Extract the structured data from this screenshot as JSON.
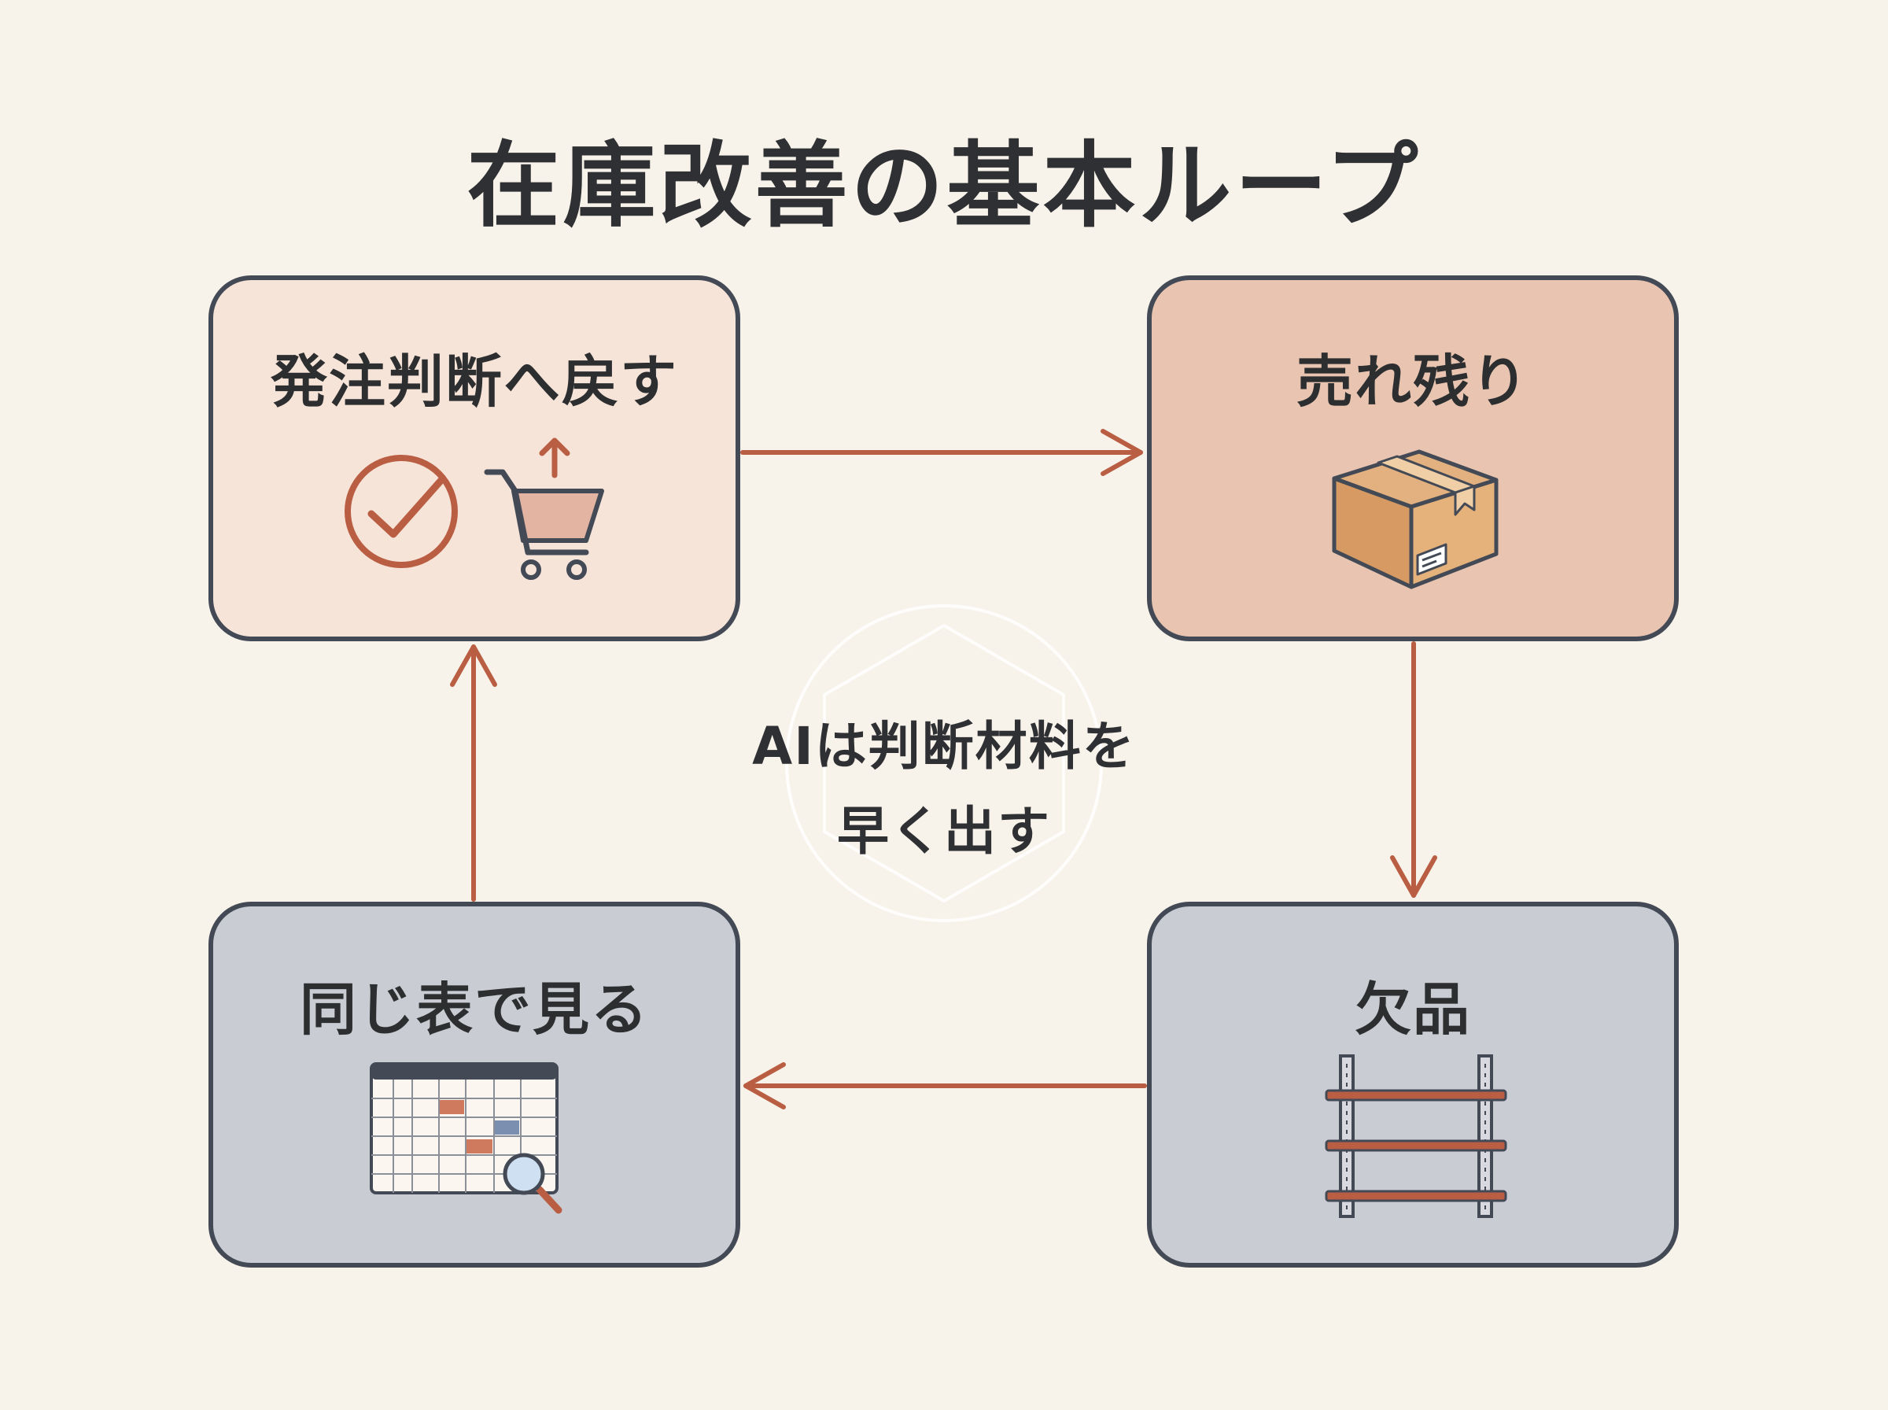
{
  "title": "在庫改善の基本ループ",
  "steps": {
    "order_decision": "発注判断へ戻す",
    "unsold": "売れ残り",
    "stockout": "欠品",
    "same_table": "同じ表で見る"
  },
  "center": {
    "line1": "AIは判断材料を",
    "line2": "早く出す"
  },
  "colors": {
    "background": "#f8f3ea",
    "accent": "#b95e43",
    "border": "#434a56",
    "box_light_peach": "#f6e4d8",
    "box_dark_peach": "#e9c5b1",
    "box_gray": "#c9ccd3"
  },
  "icons": {
    "order_decision": [
      "check-circle-icon",
      "shopping-cart-up-icon"
    ],
    "unsold": "cardboard-box-icon",
    "stockout": "empty-shelf-icon",
    "same_table": "spreadsheet-magnifier-icon"
  }
}
